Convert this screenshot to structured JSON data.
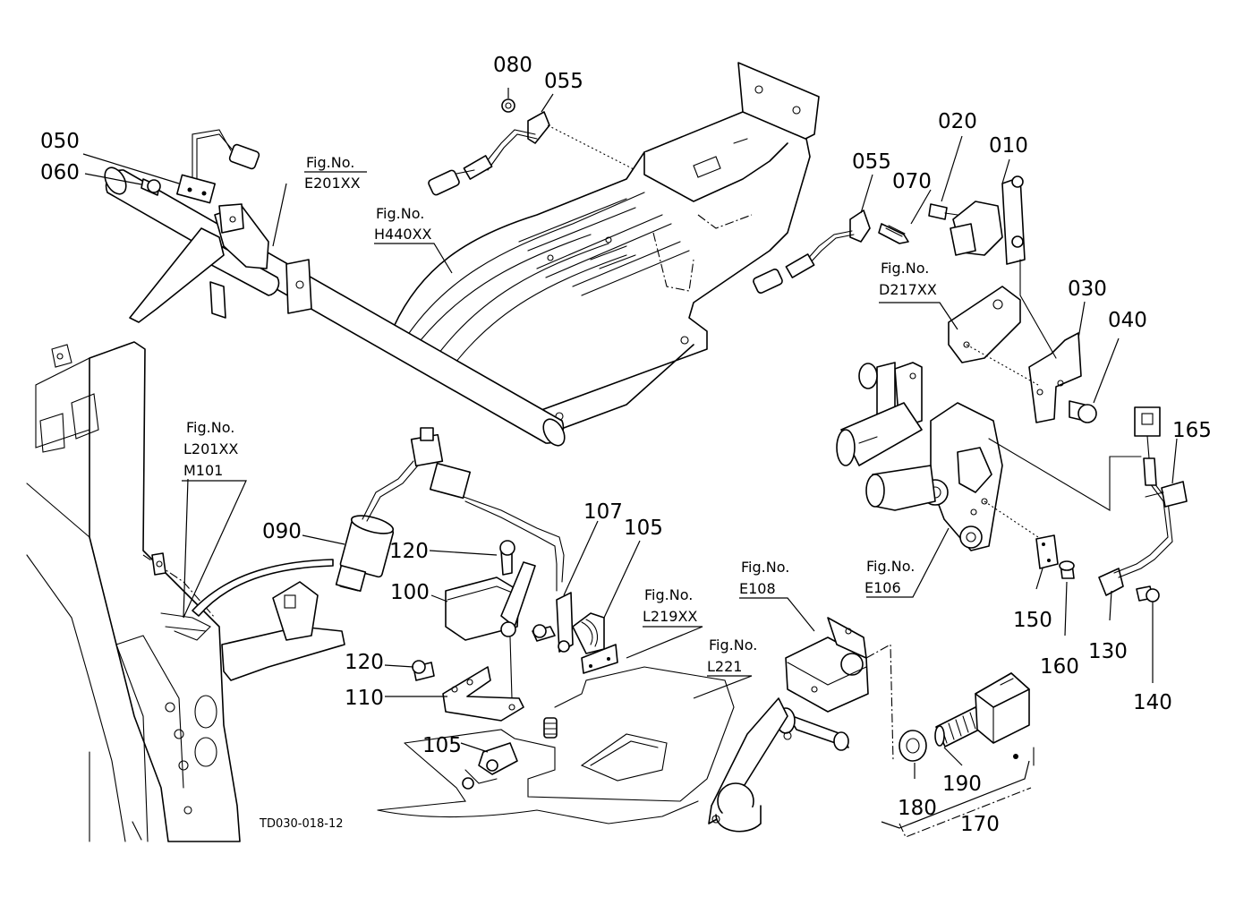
{
  "parts": [
    {
      "id": "p010",
      "label": "010"
    },
    {
      "id": "p020",
      "label": "020"
    },
    {
      "id": "p030",
      "label": "030"
    },
    {
      "id": "p040",
      "label": "040"
    },
    {
      "id": "p050",
      "label": "050"
    },
    {
      "id": "p055a",
      "label": "055"
    },
    {
      "id": "p055b",
      "label": "055"
    },
    {
      "id": "p060",
      "label": "060"
    },
    {
      "id": "p070",
      "label": "070"
    },
    {
      "id": "p080",
      "label": "080"
    },
    {
      "id": "p090",
      "label": "090"
    },
    {
      "id": "p100",
      "label": "100"
    },
    {
      "id": "p105a",
      "label": "105"
    },
    {
      "id": "p105b",
      "label": "105"
    },
    {
      "id": "p107",
      "label": "107"
    },
    {
      "id": "p110",
      "label": "110"
    },
    {
      "id": "p120a",
      "label": "120"
    },
    {
      "id": "p120b",
      "label": "120"
    },
    {
      "id": "p130",
      "label": "130"
    },
    {
      "id": "p140",
      "label": "140"
    },
    {
      "id": "p150",
      "label": "150"
    },
    {
      "id": "p160",
      "label": "160"
    },
    {
      "id": "p165",
      "label": "165"
    },
    {
      "id": "p170",
      "label": "170"
    },
    {
      "id": "p180",
      "label": "180"
    },
    {
      "id": "p190",
      "label": "190"
    }
  ],
  "figure_refs": [
    {
      "id": "e201",
      "caption": "Fig.No.",
      "code": "E201XX"
    },
    {
      "id": "h440",
      "caption": "Fig.No.",
      "code": "H440XX"
    },
    {
      "id": "d217",
      "caption": "Fig.No.",
      "code": "D217XX"
    },
    {
      "id": "l201",
      "caption": "Fig.No.",
      "code": "L201XX",
      "code2": "M101"
    },
    {
      "id": "l219",
      "caption": "Fig.No.",
      "code": "L219XX"
    },
    {
      "id": "l221",
      "caption": "Fig.No.",
      "code": "L221"
    },
    {
      "id": "e108",
      "caption": "Fig.No.",
      "code": "E108"
    },
    {
      "id": "e106",
      "caption": "Fig.No.",
      "code": "E106"
    }
  ],
  "drawing_code": "TD030-018-12"
}
